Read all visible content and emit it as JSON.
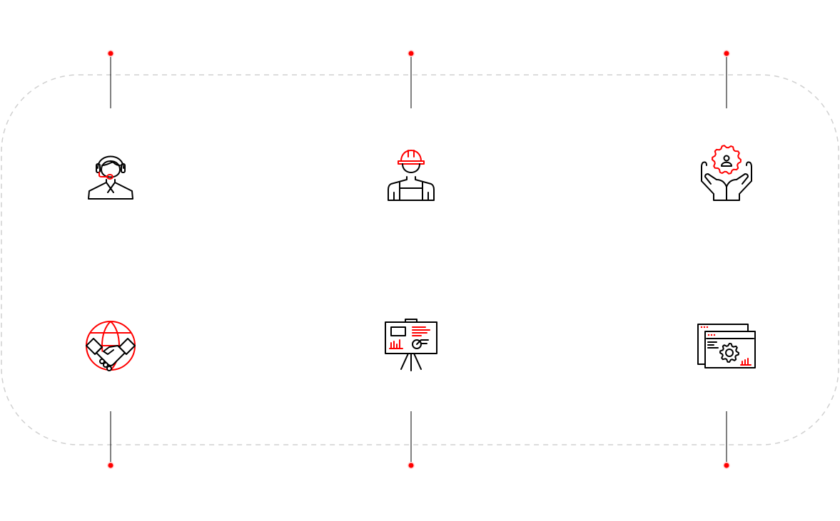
{
  "colors": {
    "accent": "#ff0000",
    "line": "#000000",
    "frame": "#d0d0d0",
    "background": "#ffffff"
  },
  "nodes": [
    {
      "icon": "customer-support-headset-icon",
      "position": "top"
    },
    {
      "icon": "engineer-hardhat-worker-icon",
      "position": "top"
    },
    {
      "icon": "hands-gear-user-icon",
      "position": "top"
    },
    {
      "icon": "globe-handshake-icon",
      "position": "bottom"
    },
    {
      "icon": "presentation-board-icon",
      "position": "bottom"
    },
    {
      "icon": "browser-windows-gear-icon",
      "position": "bottom"
    }
  ]
}
